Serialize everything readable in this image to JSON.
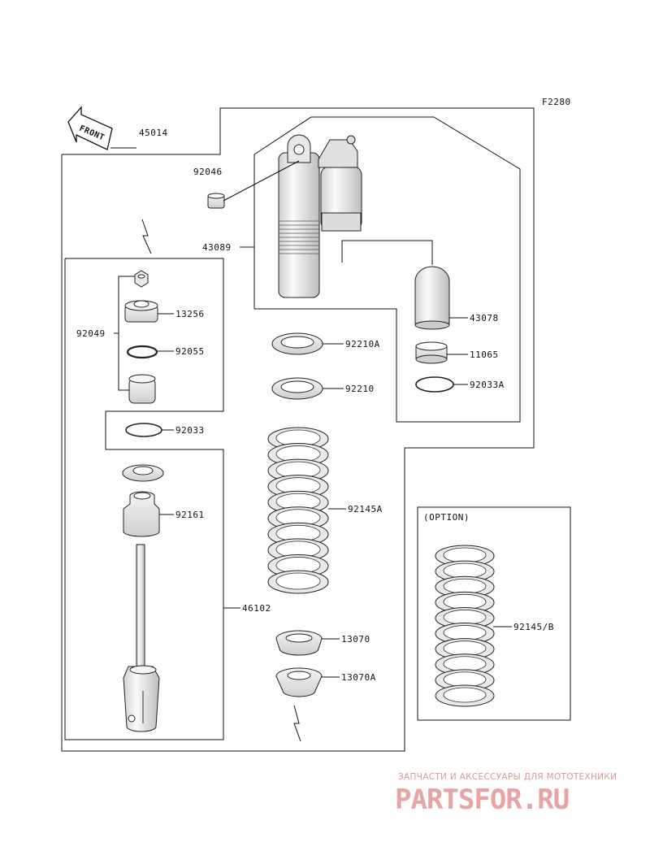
{
  "figure_code": "F2280",
  "front_label": "FRONT",
  "option_label": "(OPTION)",
  "parts": {
    "p45014": "45014",
    "p92046": "92046",
    "p43089": "43089",
    "p43078": "43078",
    "p11065": "11065",
    "p92033A": "92033A",
    "p92210A": "92210A",
    "p92210": "92210",
    "p13256": "13256",
    "p92049": "92049",
    "p92055": "92055",
    "p92033": "92033",
    "p92161": "92161",
    "p92145A": "92145A",
    "p92145B": "92145/B",
    "p46102": "46102",
    "p13070": "13070",
    "p13070A": "13070A"
  },
  "watermark": {
    "tagline": "ЗАПЧАСТИ И АКСЕССУАРЫ ДЛЯ МОТОТЕХНИКИ",
    "logo": "PARTSFOR.RU"
  },
  "colors": {
    "line": "#111111",
    "part_fill": "#f0f0f0",
    "watermark": "#e8a4a4"
  }
}
